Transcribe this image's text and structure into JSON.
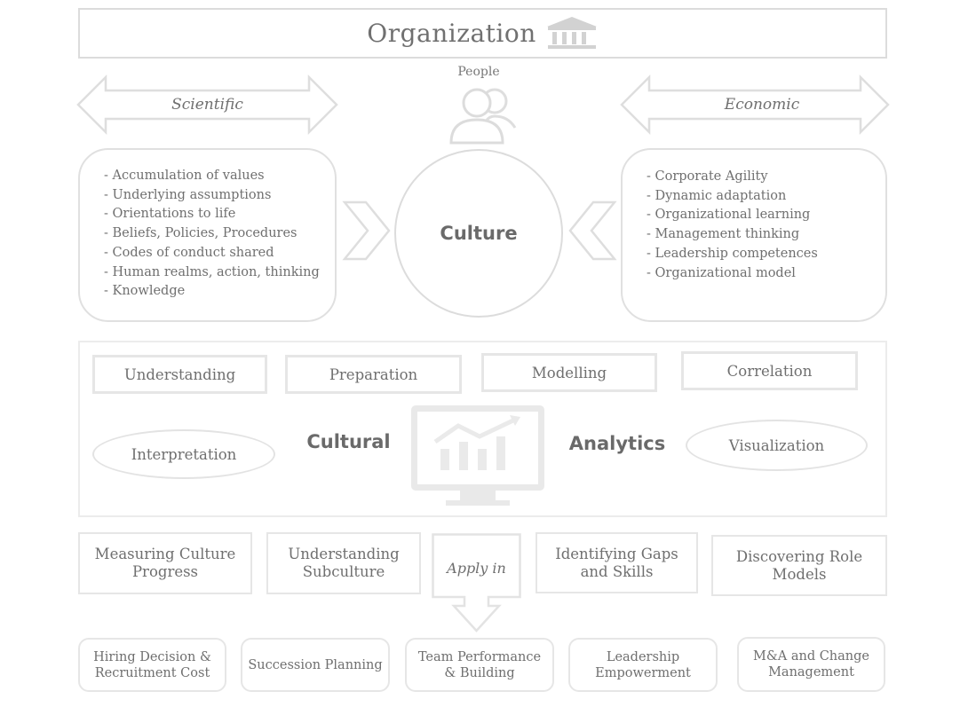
{
  "header": {
    "title": "Organization",
    "icon": "bank-building-icon"
  },
  "people": {
    "label": "People",
    "icon": "people-icon"
  },
  "left_arrow": {
    "label": "Scientific"
  },
  "right_arrow": {
    "label": "Economic"
  },
  "scientific_items": [
    "Accumulation of values",
    "Underlying assumptions",
    "Orientations to life",
    "Beliefs, Policies, Procedures",
    "Codes of conduct shared",
    "Human realms, action, thinking",
    "Knowledge"
  ],
  "economic_items": [
    "Corporate Agility",
    "Dynamic adaptation",
    "Organizational learning",
    "Management thinking",
    "Leadership competences",
    "Organizational model"
  ],
  "center": {
    "label": "Culture"
  },
  "analytics": {
    "word1": "Cultural",
    "word2": "Analytics",
    "icon": "monitor-chart-icon",
    "steps": [
      "Understanding",
      "Preparation",
      "Modelling",
      "Correlation"
    ],
    "ovals": [
      "Interpretation",
      "Visualization"
    ]
  },
  "applications": {
    "left": [
      "Measuring Culture Progress",
      "Understanding Subculture"
    ],
    "apply_label": "Apply in",
    "right": [
      "Identifying Gaps and Skills",
      "Discovering Role Models"
    ]
  },
  "outcomes": [
    "Hiring Decision & Recruitment Cost",
    "Succession Planning",
    "Team Performance & Building",
    "Leadership Empowerment",
    "M&A and Change Management"
  ],
  "colors": {
    "line": "#dcdcdc",
    "text": "#6b6b6b",
    "icon": "#e6e6e6"
  }
}
